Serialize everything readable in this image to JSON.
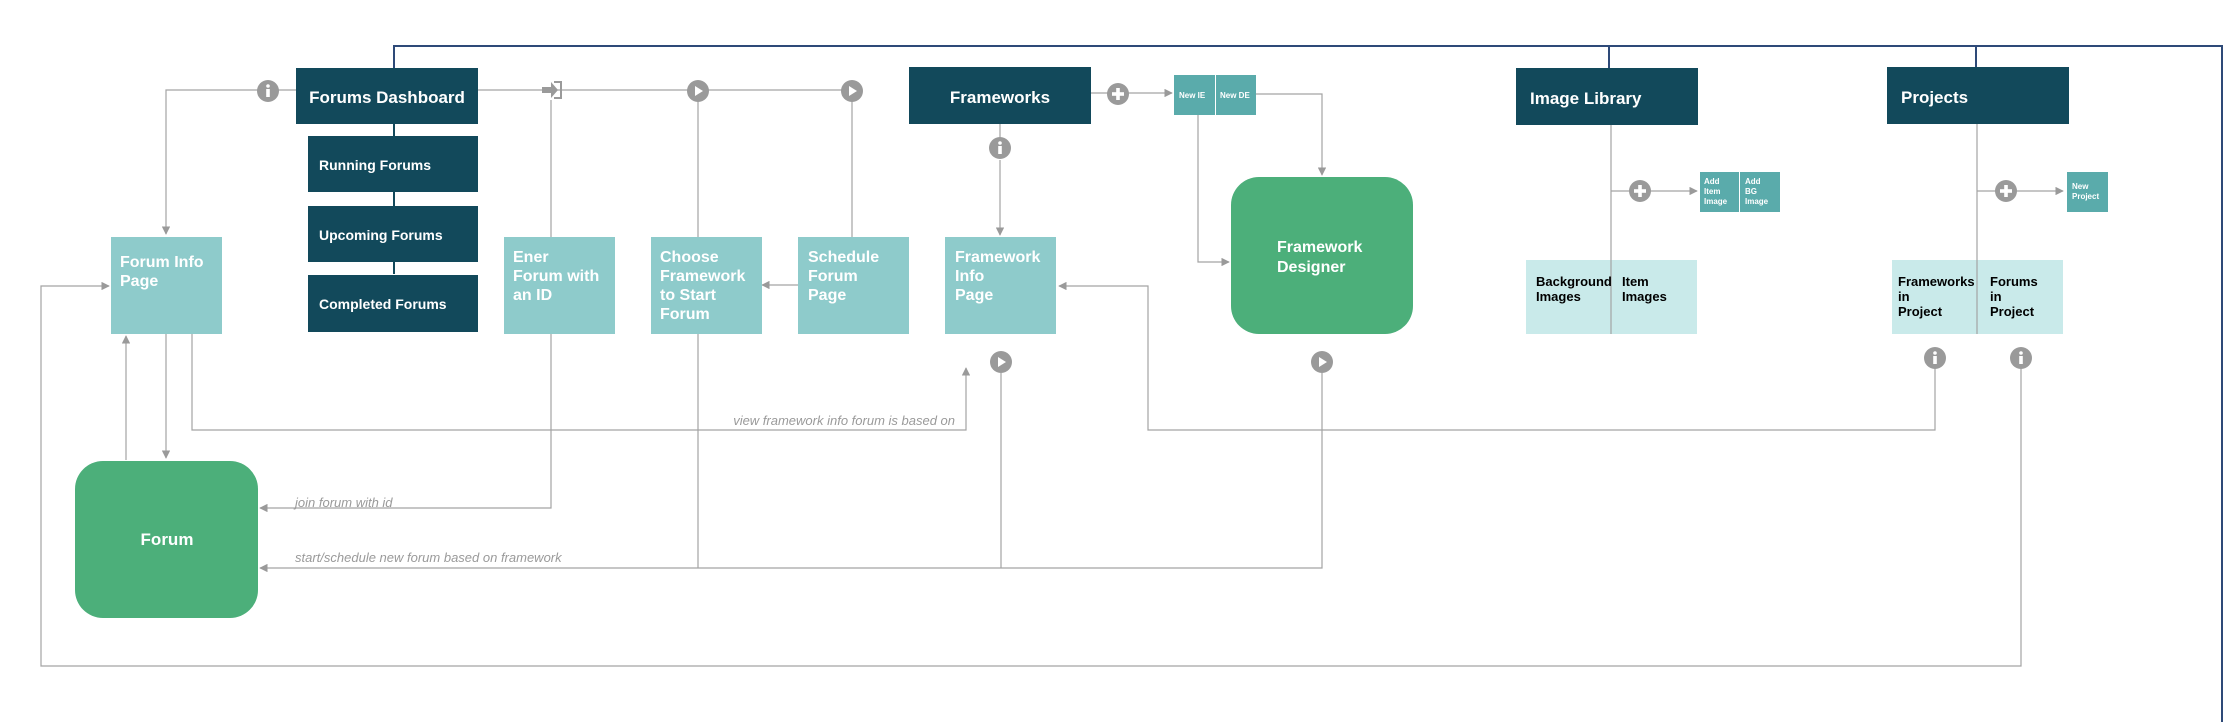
{
  "nav": {
    "forums_dashboard": "Forums Dashboard",
    "running_forums": "Running Forums",
    "upcoming_forums": "Upcoming Forums",
    "completed_forums": "Completed Forums",
    "frameworks": "Frameworks",
    "image_library": "Image Library",
    "projects": "Projects"
  },
  "pages": {
    "forum_info": [
      "Forum Info",
      "Page"
    ],
    "enter_forum": [
      "Ener",
      "Forum with",
      "an ID"
    ],
    "choose_framework": [
      "Choose",
      "Framework",
      "to Start",
      "Forum"
    ],
    "schedule_forum": [
      "Schedule",
      "Forum",
      "Page"
    ],
    "framework_info": [
      "Framework",
      "Info",
      "Page"
    ],
    "framework_designer": [
      "Framework",
      "Designer"
    ],
    "forum": "Forum"
  },
  "actions": {
    "new_ie": "New IE",
    "new_de": "New DE",
    "add_item_image": [
      "Add",
      "Item",
      "Image"
    ],
    "add_bg_image": [
      "Add",
      "BG",
      "Image"
    ],
    "new_project": [
      "New",
      "Project"
    ]
  },
  "library": {
    "background_images": [
      "Background",
      "Images"
    ],
    "item_images": [
      "Item",
      "Images"
    ]
  },
  "project_panel": {
    "frameworks_in_project": [
      "Frameworks",
      "in",
      "Project"
    ],
    "forums_in_project": [
      "Forums",
      "in",
      "Project"
    ]
  },
  "labels": {
    "view_framework_info": "view framework info forum is based on",
    "join_forum": "join forum with id",
    "start_schedule": "start/schedule new forum based on framework"
  },
  "colors": {
    "dark_teal": "#12495b",
    "light_teal": "#8ecbcb",
    "mid_teal": "#5aabab",
    "pale_teal": "#c9eaea",
    "green": "#4caf7a",
    "line_gray": "#a3a3a3",
    "icon_gray": "#9a9a9a",
    "top_line": "#2e4a78"
  },
  "icons": [
    "info-icon",
    "sign-in-icon",
    "play-icon",
    "plus-icon"
  ]
}
